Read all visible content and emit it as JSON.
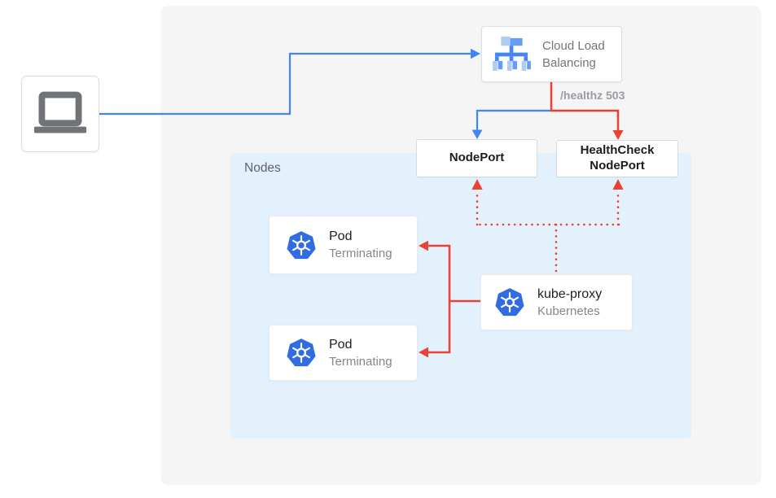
{
  "colors": {
    "blue": "#4285f4",
    "red": "#ea4335",
    "panel_gray": "#f5f5f6",
    "nodes_bg": "#e3f1fd",
    "k8s_blue": "#326ce5",
    "lb_icon_light_blue": "#aecbfa",
    "lb_icon_mid_blue": "#669df6",
    "laptop_gray": "#707377"
  },
  "client": {
    "icon": "laptop-icon"
  },
  "load_balancer": {
    "label": "Cloud Load Balancing",
    "icon": "load-balancer-icon"
  },
  "healthz_badge": "/healthz 503",
  "nodeport": {
    "label": "NodePort"
  },
  "healthcheck_nodeport": {
    "label": "HealthCheck NodePort"
  },
  "nodes_group": {
    "label": "Nodes"
  },
  "pods": [
    {
      "title": "Pod",
      "status": "Terminating"
    },
    {
      "title": "Pod",
      "status": "Terminating"
    }
  ],
  "kube_proxy": {
    "title": "kube-proxy",
    "subtitle": "Kubernetes"
  }
}
